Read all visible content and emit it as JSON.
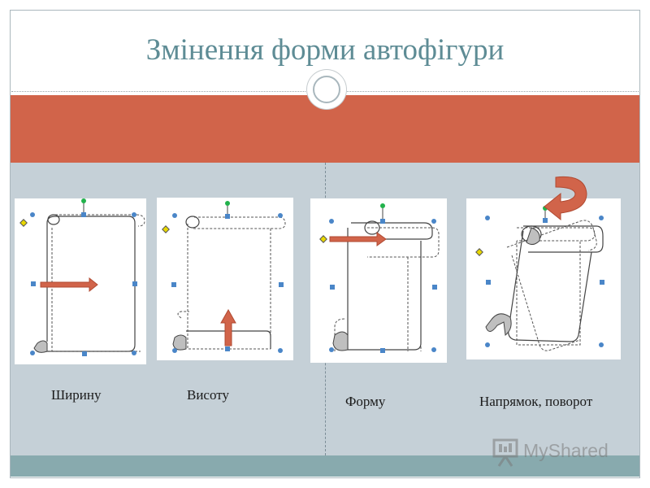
{
  "slide": {
    "title": "Змінення форми автофігури"
  },
  "panels": [
    {
      "caption": "Ширину",
      "icon": "scroll-width-icon"
    },
    {
      "caption": "Висоту",
      "icon": "scroll-height-icon"
    },
    {
      "caption": "Форму",
      "icon": "scroll-shape-icon"
    },
    {
      "caption": "Напрямок, поворот",
      "icon": "scroll-rotate-icon"
    }
  ],
  "logo": {
    "text": "MyShared"
  },
  "colors": {
    "title": "#5e8c95",
    "band": "#d1644a",
    "content_bg": "#c5d0d7",
    "footer": "#88aaae",
    "arrow": "#d1644a",
    "handle": "#4a86c8",
    "rotation_handle": "#22b24c",
    "adjust_handle": "#e8d700"
  }
}
